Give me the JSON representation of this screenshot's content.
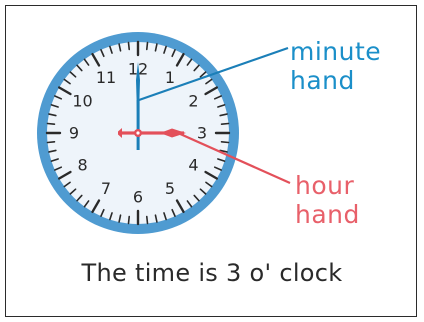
{
  "labels": {
    "minute": [
      "minute",
      "hand"
    ],
    "hour": [
      "hour",
      "hand"
    ]
  },
  "caption": "The time is 3 o' clock",
  "clock": {
    "numbers": [
      "12",
      "1",
      "2",
      "3",
      "4",
      "5",
      "6",
      "7",
      "8",
      "9",
      "10",
      "11"
    ],
    "hour_hand_points_to": 3,
    "minute_hand_points_to": 12,
    "colors": {
      "rim": "#4f9bd1",
      "face": "#eef4fa",
      "ticks": "#2a2a2a",
      "minute_hand": "#1b7fb8",
      "hour_hand": "#e3505a",
      "minute_label": "#1b8fc9",
      "hour_label": "#e8606a"
    }
  }
}
